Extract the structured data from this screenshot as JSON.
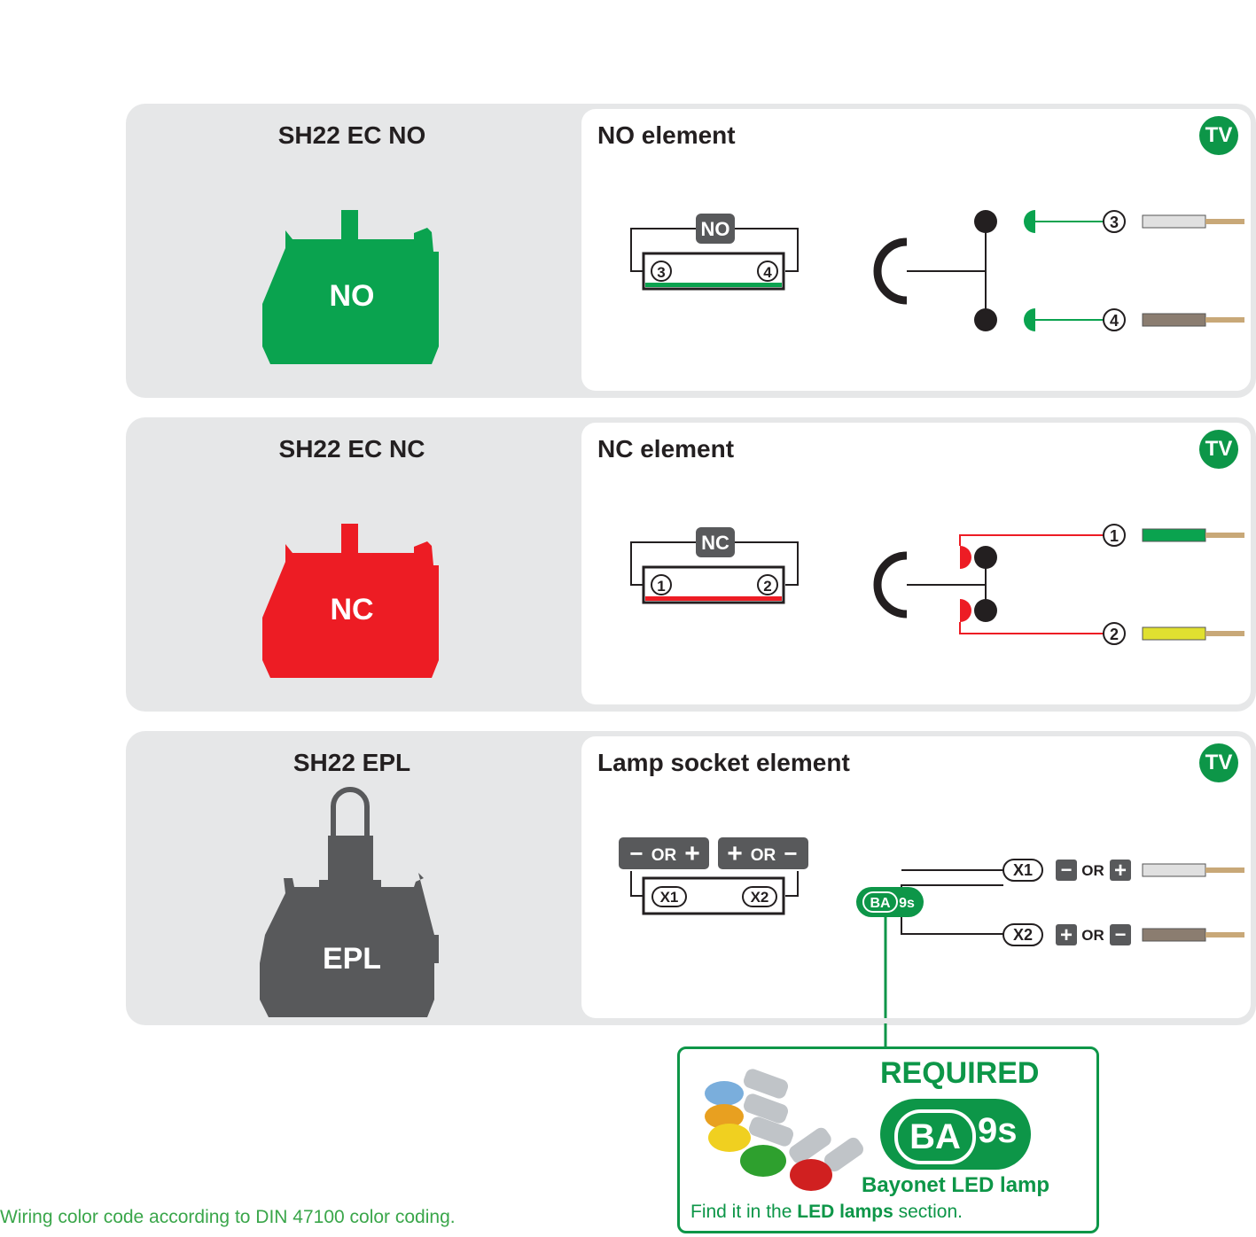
{
  "panels": [
    {
      "product": "SH22 EC NO",
      "element": "NO element",
      "badge": "TV",
      "shape_label": "NO",
      "shape_color": "#0aa34f",
      "block_label": "NO",
      "terminals": [
        "3",
        "4"
      ],
      "strip_color": "#0aa34f",
      "wire_colors": [
        "#e0e0e0",
        "#8b7d70"
      ]
    },
    {
      "product": "SH22 EC NC",
      "element": "NC element",
      "badge": "TV",
      "shape_label": "NC",
      "shape_color": "#ed1c24",
      "block_label": "NC",
      "terminals": [
        "1",
        "2"
      ],
      "strip_color": "#ed1c24",
      "wire_colors": [
        "#0aa34f",
        "#e0e030"
      ]
    },
    {
      "product": "SH22 EPL",
      "element": "Lamp socket element",
      "badge": "TV",
      "shape_label": "EPL",
      "shape_color": "#58595b",
      "polarity_left": [
        "−",
        "OR",
        "+"
      ],
      "polarity_right": [
        "+",
        "OR",
        "−"
      ],
      "terminals": [
        "X1",
        "X2"
      ],
      "ba_badge": [
        "BA",
        "9s"
      ],
      "wire_colors": [
        "#e0e0e0",
        "#8b7d70"
      ]
    }
  ],
  "required": {
    "title": "REQUIRED",
    "ba": "BA",
    "nine_s": "9s",
    "subtitle": "Bayonet LED lamp",
    "find_prefix": "Find it in the",
    "find_bold": "LED lamps",
    "find_suffix": "section."
  },
  "footnote": "Wiring color code according to DIN 47100 color coding.",
  "colors": {
    "accent": "#0d9648",
    "panel": "#e6e7e8",
    "dark": "#231f20",
    "wire_end": "#c8a878"
  }
}
